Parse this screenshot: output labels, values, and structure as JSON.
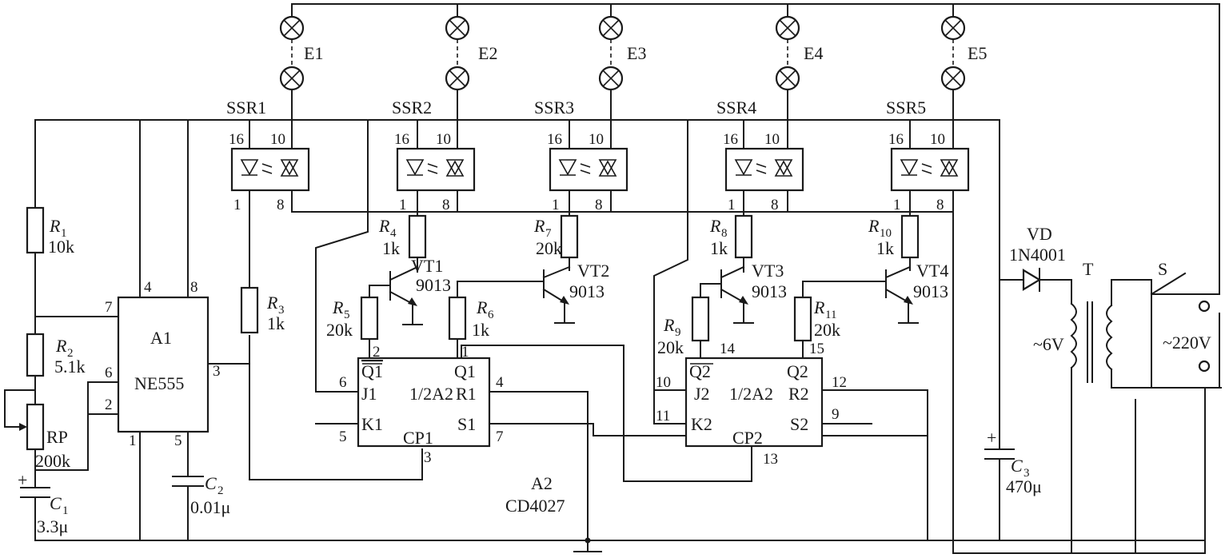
{
  "diagram": {
    "lamps": [
      "E1",
      "E2",
      "E3",
      "E4",
      "E5"
    ],
    "ssr": [
      {
        "name": "SSR1",
        "pin_tl": "16",
        "pin_tr": "10",
        "pin_bl": "1",
        "pin_br": "8"
      },
      {
        "name": "SSR2",
        "pin_tl": "16",
        "pin_tr": "10",
        "pin_bl": "1",
        "pin_br": "8"
      },
      {
        "name": "SSR3",
        "pin_tl": "16",
        "pin_tr": "10",
        "pin_bl": "1",
        "pin_br": "8"
      },
      {
        "name": "SSR4",
        "pin_tl": "16",
        "pin_tr": "10",
        "pin_bl": "1",
        "pin_br": "8"
      },
      {
        "name": "SSR5",
        "pin_tl": "16",
        "pin_tr": "10",
        "pin_bl": "1",
        "pin_br": "8"
      }
    ],
    "resistors": [
      {
        "ref": "R",
        "sub": "1",
        "value": "10k"
      },
      {
        "ref": "R",
        "sub": "2",
        "value": "5.1k"
      },
      {
        "ref": "RP",
        "sub": "",
        "value": "200k"
      },
      {
        "ref": "R",
        "sub": "3",
        "value": "1k"
      },
      {
        "ref": "R",
        "sub": "4",
        "value": "1k"
      },
      {
        "ref": "R",
        "sub": "5",
        "value": "20k"
      },
      {
        "ref": "R",
        "sub": "6",
        "value": "1k"
      },
      {
        "ref": "R",
        "sub": "7",
        "value": "20k"
      },
      {
        "ref": "R",
        "sub": "8",
        "value": "1k"
      },
      {
        "ref": "R",
        "sub": "9",
        "value": "20k"
      },
      {
        "ref": "R",
        "sub": "10",
        "value": "1k"
      },
      {
        "ref": "R",
        "sub": "11",
        "value": "20k"
      }
    ],
    "capacitors": [
      {
        "ref": "C",
        "sub": "1",
        "value": "3.3μ",
        "polarity": "+"
      },
      {
        "ref": "C",
        "sub": "2",
        "value": "0.01μ"
      },
      {
        "ref": "C",
        "sub": "3",
        "value": "470μ",
        "polarity": "+"
      }
    ],
    "transistors": [
      {
        "name": "VT1",
        "part": "9013"
      },
      {
        "name": "VT2",
        "part": "9013"
      },
      {
        "name": "VT3",
        "part": "9013"
      },
      {
        "name": "VT4",
        "part": "9013"
      }
    ],
    "ne555": {
      "name": "A1",
      "part": "NE555",
      "pins": [
        "7",
        "4",
        "8",
        "6",
        "2",
        "3",
        "1",
        "5"
      ]
    },
    "ff1": {
      "name": "1/2A2",
      "Qbar": "Q1",
      "Q": "Q1",
      "J": "J1",
      "K": "K1",
      "R": "R1",
      "S": "S1",
      "CP": "CP1",
      "pins": {
        "qbar": "2",
        "q": "1",
        "j": "6",
        "r": "4",
        "k": "5",
        "s": "7",
        "cp": "3"
      }
    },
    "ff2": {
      "name": "1/2A2",
      "Qbar": "Q2",
      "Q": "Q2",
      "J": "J2",
      "K": "K2",
      "R": "R2",
      "S": "S2",
      "CP": "CP2",
      "pins": {
        "qbar": "14",
        "q": "15",
        "j": "10",
        "r": "12",
        "k": "11",
        "s": "9",
        "cp": "13"
      }
    },
    "ic_a2": {
      "name": "A2",
      "part": "CD4027"
    },
    "diode": {
      "name": "VD",
      "part": "1N4001"
    },
    "transformer": {
      "name": "T",
      "secondary": "~6V"
    },
    "switch": {
      "name": "S",
      "mains": "~220V"
    }
  }
}
